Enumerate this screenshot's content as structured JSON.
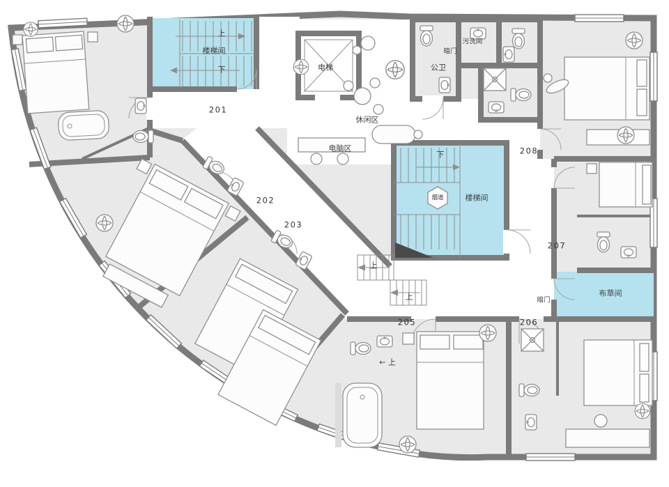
{
  "floor_plan": {
    "labels": {
      "stairwell": "楼梯间",
      "up": "上",
      "down": "下",
      "elevator": "电梯",
      "leisure_area": "休闲区",
      "computer_area": "电脑区",
      "public_restroom": "公卫",
      "concealed_door": "暗门",
      "soiled_utility_room": "污洗间",
      "flue": "烟道",
      "linen_room": "布草间",
      "up_with_arrow": "← 上"
    },
    "room_numbers": {
      "r201": "201",
      "r202": "202",
      "r203": "203",
      "r205": "205",
      "r206": "206",
      "r207": "207",
      "r208": "208"
    },
    "colors": {
      "wall": "#7b7b7b",
      "room_floor": "#e9e9e9",
      "stair_core": "#b5e2ee",
      "corridor": "#ffffff",
      "label_text": "#3e3e3e"
    }
  }
}
